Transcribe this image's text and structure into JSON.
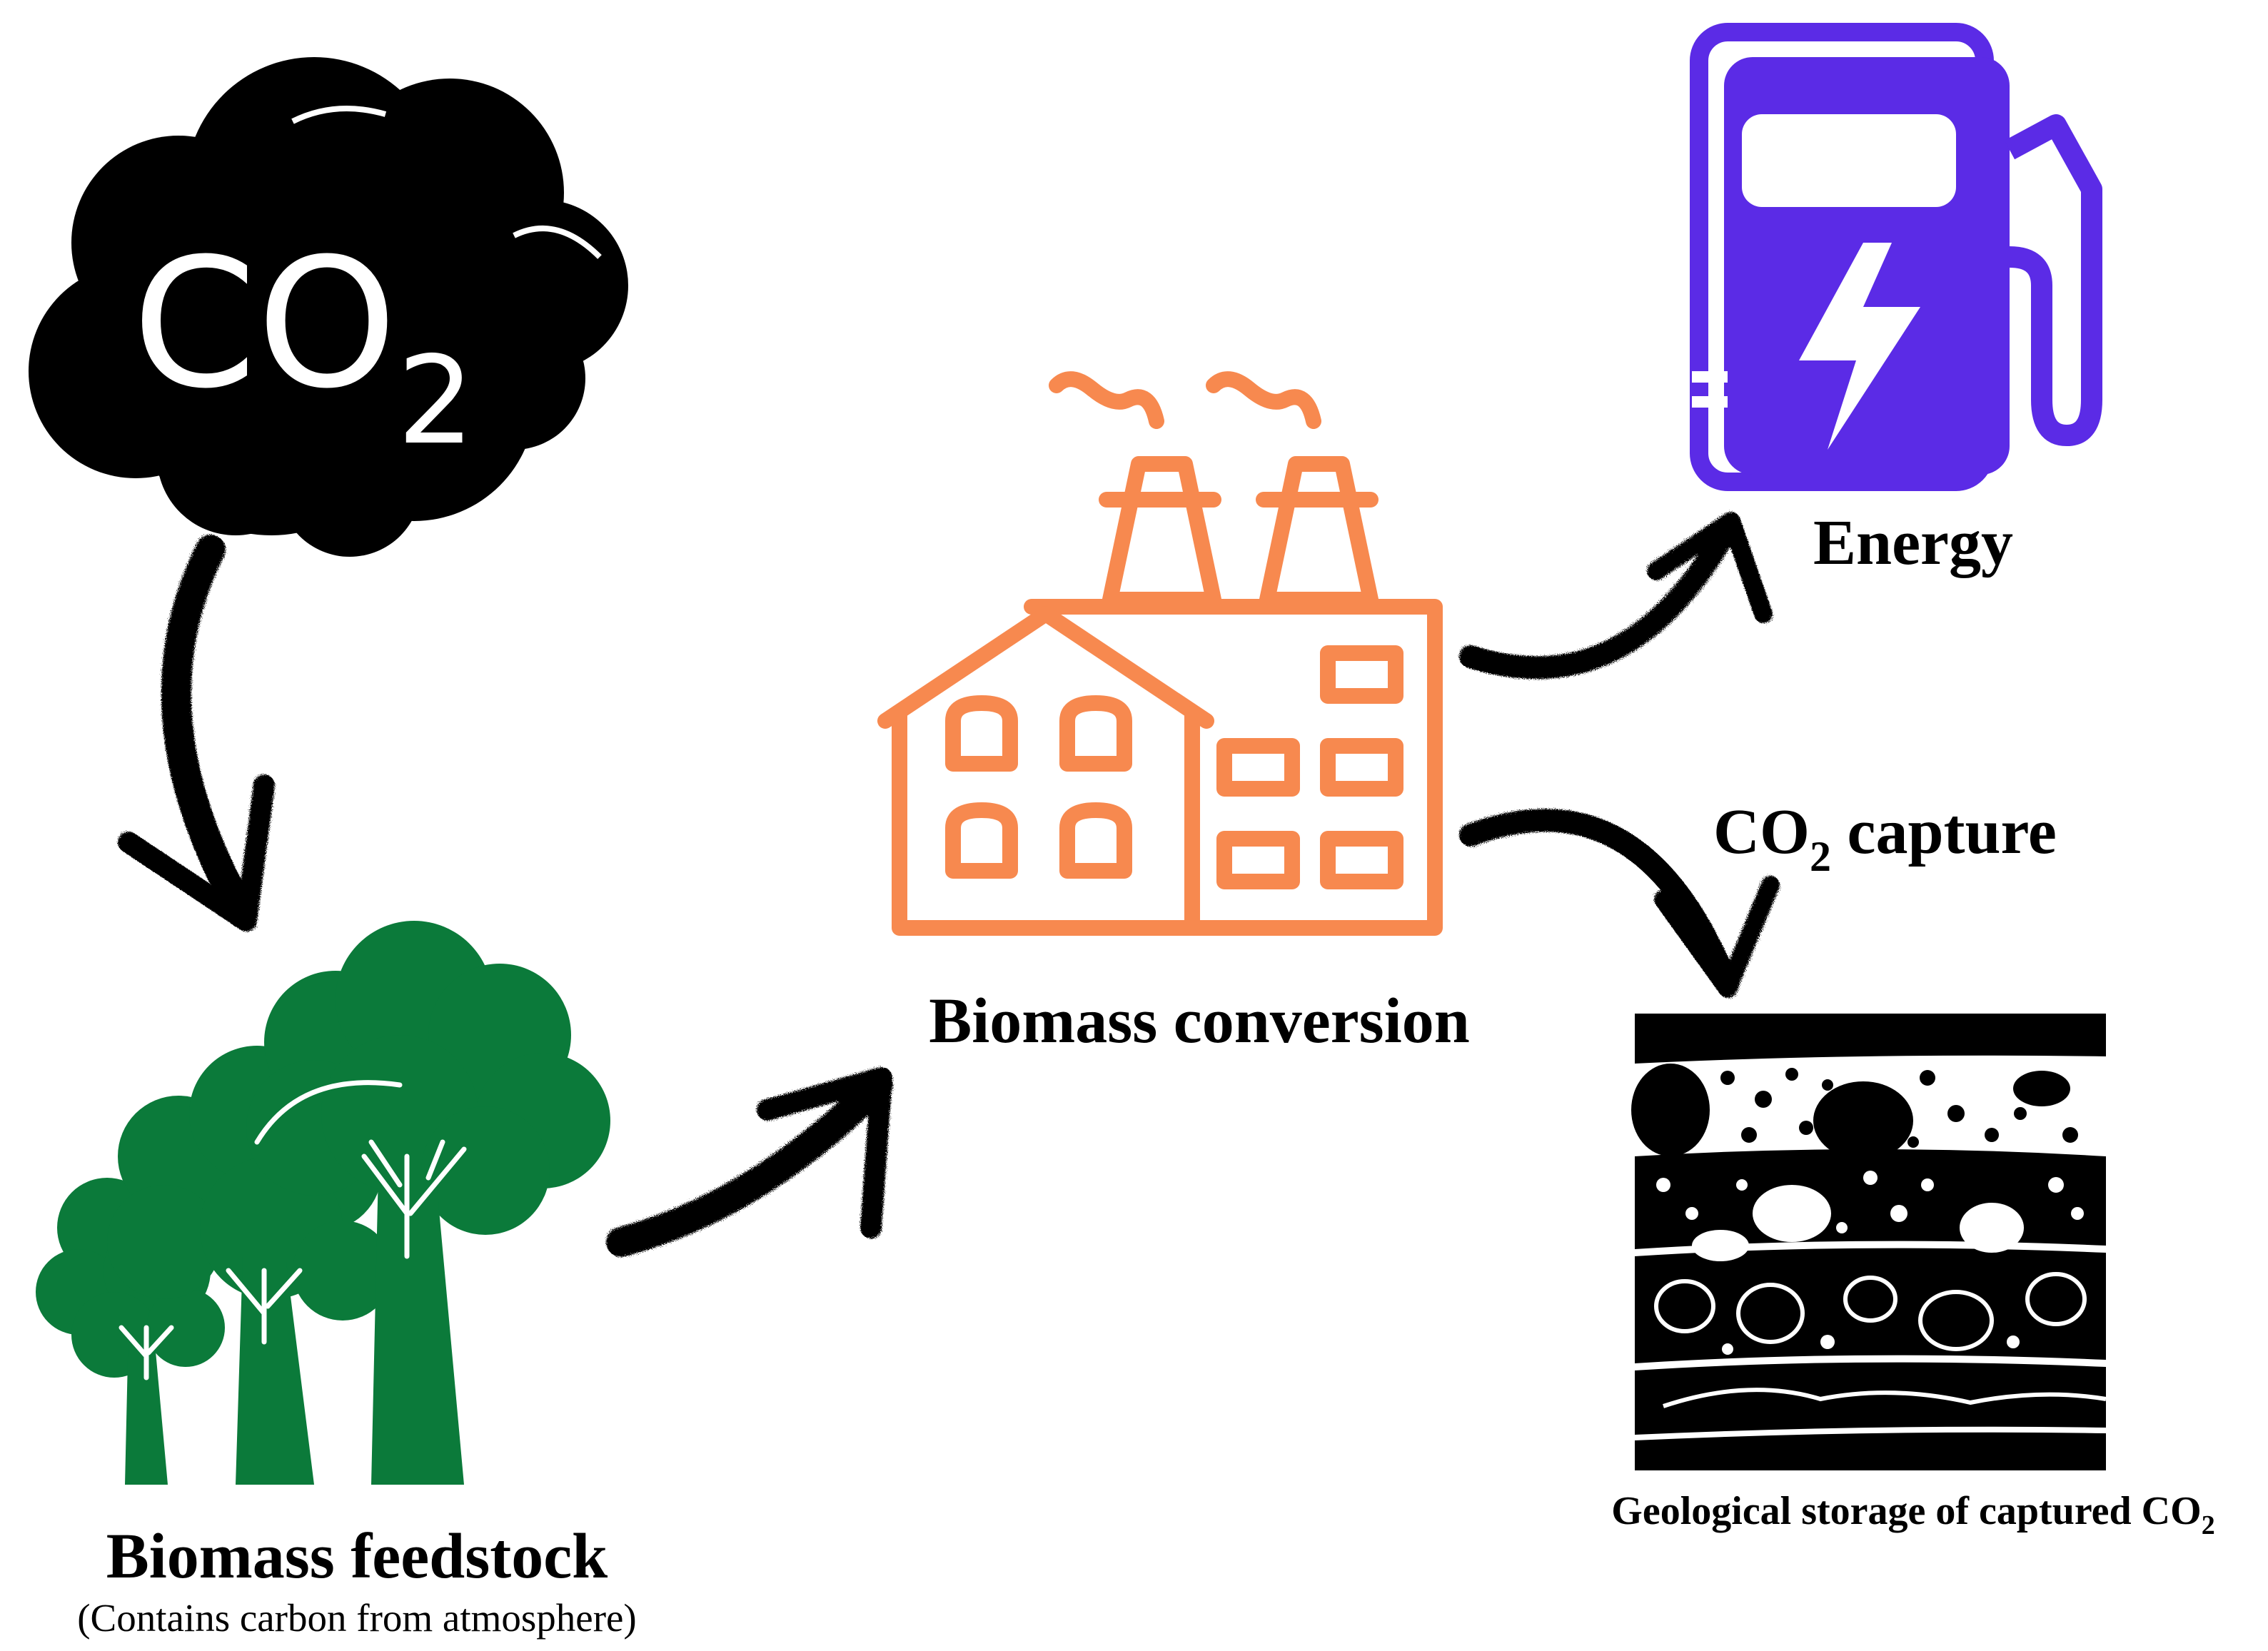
{
  "cloud": {
    "formula_main": "CO",
    "formula_sub": "2"
  },
  "feedstock": {
    "title": "Biomass feedstock",
    "subtitle": "(Contains carbon from atmosphere)"
  },
  "conversion": {
    "title": "Biomass conversion"
  },
  "energy": {
    "title": "Energy"
  },
  "capture": {
    "main": "CO",
    "sub": "2",
    "rest": " capture"
  },
  "storage": {
    "main": "Geological storage of captured CO",
    "sub": "2"
  },
  "colors": {
    "cloud": "#000000",
    "trees": "#0b7a3a",
    "factory": "#f7894f",
    "pump": "#5b2be6",
    "arrows": "#000000"
  },
  "icons": [
    "co2-cloud-icon",
    "trees-icon",
    "factory-icon",
    "fuel-pump-icon",
    "geological-strata-icon"
  ]
}
